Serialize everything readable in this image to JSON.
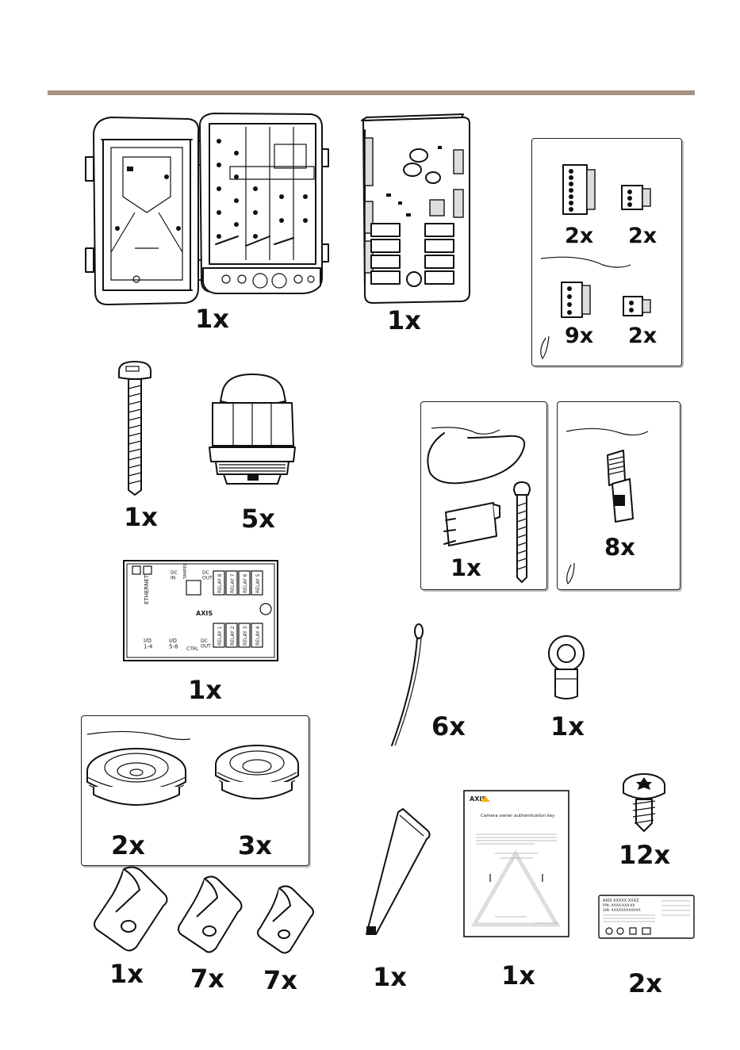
{
  "theme": {
    "rule_color": "#a69284"
  },
  "items": {
    "enclosure": {
      "qty": "1x"
    },
    "main_board": {
      "qty": "1x"
    },
    "conn_8pin": {
      "qty": "2x"
    },
    "conn_3pin": {
      "qty": "2x"
    },
    "conn_4pin": {
      "qty": "9x"
    },
    "conn_2pin": {
      "qty": "2x"
    },
    "screw_long": {
      "qty": "1x"
    },
    "cable_gland": {
      "qty": "5x"
    },
    "tamper_switch_kit": {
      "qty": "1x"
    },
    "relay_blocks": {
      "qty": "8x"
    },
    "relay_label": {
      "qty": "1x",
      "ethernet": "ETHERNET",
      "dc_in": "DC\nIN",
      "tamper": "TAMPER",
      "dc_out_top": "DC\nOUT",
      "relay_top": [
        "RELAY 8",
        "RELAY 7",
        "RELAY 6",
        "RELAY 5"
      ],
      "relay_bottom": [
        "RELAY 1",
        "RELAY 2",
        "RELAY 3",
        "RELAY 4"
      ],
      "brand": "AXIS",
      "io_1_4": "I/O\n1-4",
      "io_5_8": "I/O\n5-8",
      "ctrl": "CTRL",
      "dc_out_bottom": "DC\nOUT"
    },
    "cable_tie": {
      "qty": "6x"
    },
    "ring_terminal": {
      "qty": "1x"
    },
    "grommets_large": {
      "qty": "2x"
    },
    "grommets_small": {
      "qty": "3x"
    },
    "clamp_a": {
      "qty": "1x"
    },
    "clamp_b": {
      "qty": "7x"
    },
    "clamp_c": {
      "qty": "7x"
    },
    "allen_key": {
      "qty": "1x"
    },
    "auth_key_doc": {
      "qty": "1x",
      "brand": "AXIS",
      "title": "Camera owner authentication key"
    },
    "torx_screw": {
      "qty": "12x"
    },
    "product_labels": {
      "qty": "2x",
      "header": "AXIS XXXXX XXXZ",
      "pn": "P/N: XXXX-XXX-XX",
      "sn": "S/N: XXXXXXXXXXXX"
    }
  }
}
